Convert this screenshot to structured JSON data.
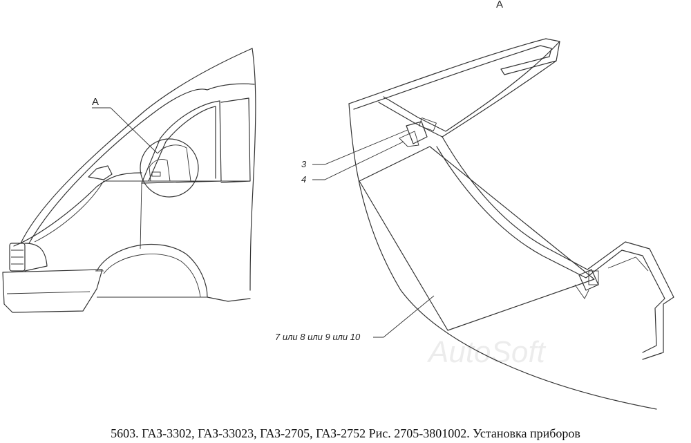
{
  "left_view": {
    "callout_letter": "A"
  },
  "detail_view": {
    "view_letter": "A",
    "callouts": [
      "3",
      "4",
      "7 или 8 или 9 или 10"
    ]
  },
  "watermark": "AutoSoft",
  "caption": "5603. ГАЗ-3302, ГАЗ-33023, ГАЗ-2705, ГАЗ-2752 Рис. 2705-3801002. Установка приборов"
}
